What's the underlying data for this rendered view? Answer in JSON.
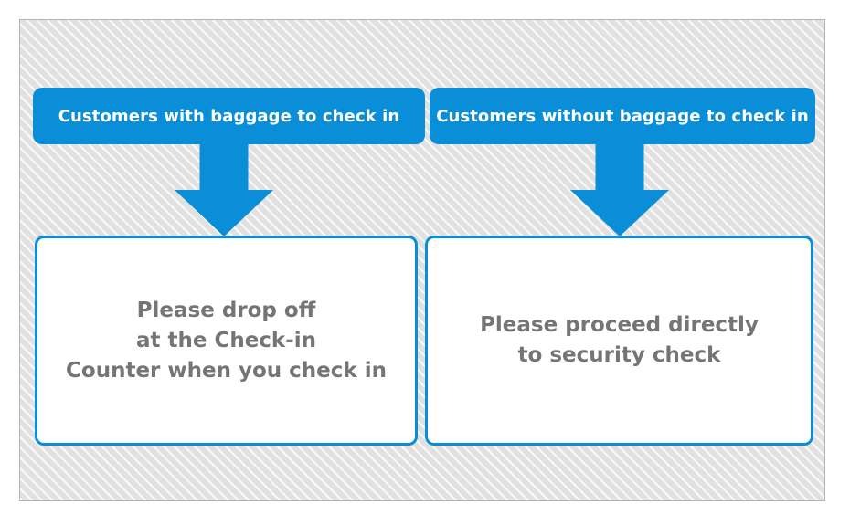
{
  "diagram": {
    "columns": [
      {
        "header_label": "Customers with baggage to check in",
        "body_lines": {
          "0": "Please drop off",
          "1": "at the Check-in",
          "2": "Counter when you check in"
        }
      },
      {
        "header_label": "Customers without baggage to check in",
        "body_lines": {
          "0": "Please proceed directly",
          "1": "to security check"
        }
      }
    ],
    "colors": {
      "accent_blue": "#0b8ed8",
      "body_text_gray": "#757575",
      "stripe_base": "#e1e1e1",
      "stripe_line": "#fafafa",
      "panel_border": "#b3b3b3"
    }
  }
}
